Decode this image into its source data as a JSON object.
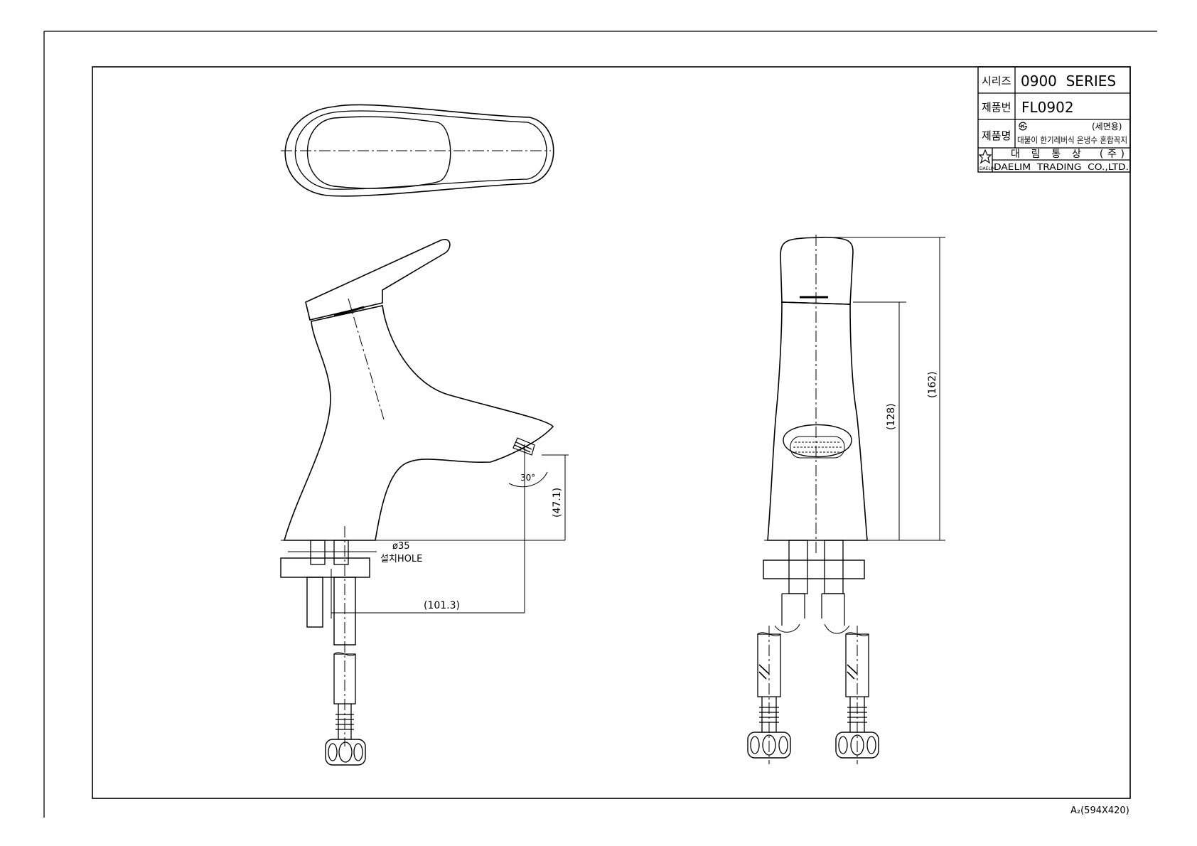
{
  "title_block": {
    "series_label": "시리즈",
    "series_value": "0900  SERIES",
    "product_no_label": "제품번",
    "product_no_value": "FL0902",
    "product_name_label": "제품명",
    "product_name_mark": "㉿",
    "product_name_note": "(세면용)",
    "product_name_value": "대불이 한기레버식 온냉수 혼합꼭지",
    "company_logo_text": "DAELIM",
    "company_korean": "대 림 통 상  (주)",
    "company_english": "DAELIM  TRADING  CO.,LTD."
  },
  "dimensions": {
    "hole_diameter": "ø35",
    "hole_label": "설치HOLE",
    "spout_reach": "(101.3)",
    "spout_height": "(47.1)",
    "spout_angle": "30°",
    "body_height": "(128)",
    "overall_height": "(162)"
  },
  "sheet_size": "A₂(594X420)"
}
